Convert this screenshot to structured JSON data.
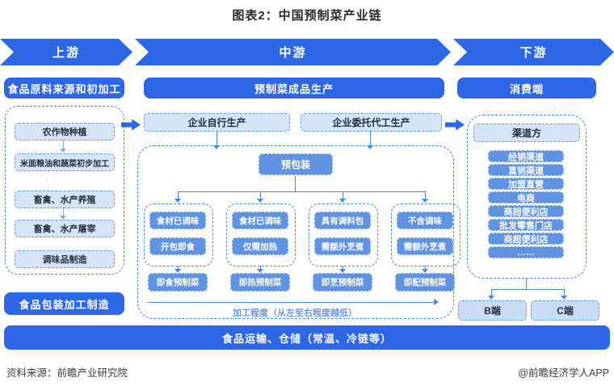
{
  "title": "图表2：中国预制菜产业链",
  "banner": {
    "upstream": "上游",
    "midstream": "中游",
    "downstream": "下游"
  },
  "colors": {
    "primary": "#2D67E6",
    "box_blue": "#6094E2",
    "light_blue": "#D7E4F7",
    "dashed_border": "#4C86E0",
    "label_blue": "#6B97E0"
  },
  "upstream": {
    "header": "食品原料来源和初加工",
    "chain": [
      "农作物种植",
      "米面粮油和蔬菜初步加工",
      "畜禽、水产养殖",
      "畜禽、水产屠宰",
      "调味品制造"
    ],
    "packaging": "食品包装加工制造"
  },
  "midstream": {
    "header": "预制菜成品生产",
    "producers": [
      "企业自行生产",
      "企业委托代工生产"
    ],
    "prepack": "预包装",
    "columns": [
      {
        "top": "食材已调味",
        "mid": "开包即食",
        "result": "即食预制菜"
      },
      {
        "top": "食材已调味",
        "mid": "仅需加热",
        "result": "即热预制菜"
      },
      {
        "top": "具有调料包",
        "mid": "需额外烹煮",
        "result": "即烹预制菜"
      },
      {
        "top": "不含调味",
        "mid": "需额外烹煮",
        "result": "即配预制菜"
      }
    ],
    "degree_label": "加工程度（从左至右程度越低）"
  },
  "downstream": {
    "header": "消费端",
    "channel_header": "渠道方",
    "channels": [
      "经销渠道",
      "直销渠道",
      "加盟直营",
      "电商",
      "商超便利店",
      "批发零售门店",
      "商超便利店",
      "……"
    ],
    "ends": [
      "B端",
      "C端"
    ]
  },
  "logistics": "食品运输、仓储（常温、冷链等）",
  "footer": {
    "source": "资料来源：前瞻产业研究院",
    "credit": "@前瞻经济学人APP"
  },
  "watermark": "前瞻产业研究院"
}
